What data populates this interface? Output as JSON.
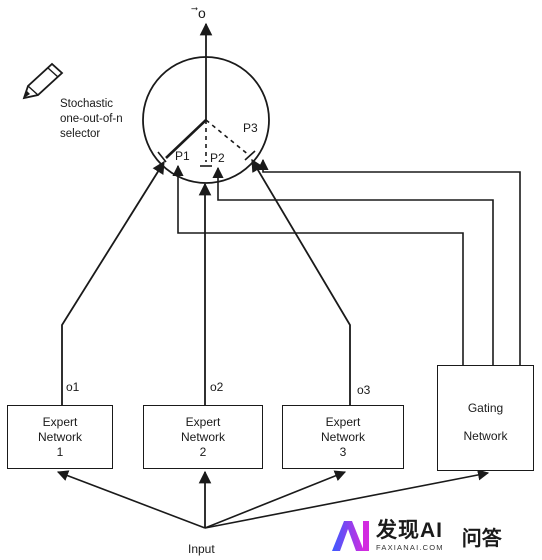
{
  "diagram": {
    "output_label": "⃗o",
    "selector_label_lines": [
      "Stochastic",
      "one-out-of-n",
      "selector"
    ],
    "probabilities": [
      "P1",
      "P2",
      "P3"
    ],
    "experts": [
      {
        "name_lines": [
          "Expert",
          "Network",
          "1"
        ],
        "output": "o1"
      },
      {
        "name_lines": [
          "Expert",
          "Network",
          "2"
        ],
        "output": "o2"
      },
      {
        "name_lines": [
          "Expert",
          "Network",
          "3"
        ],
        "output": "o3"
      }
    ],
    "gating": {
      "lines": [
        "Gating",
        "Network"
      ]
    },
    "input_label": "Input"
  },
  "watermark": {
    "brand": "发现AI",
    "sub": "FAXIANAI.COM",
    "badge": "问答",
    "accent_colors": [
      "#3b5bff",
      "#d22be0"
    ]
  }
}
